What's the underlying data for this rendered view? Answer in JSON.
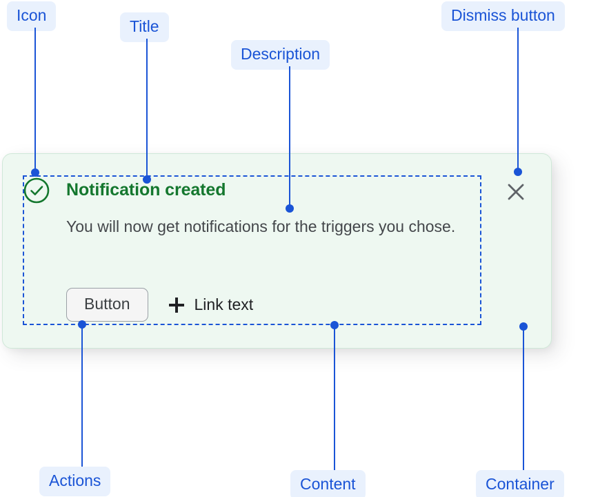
{
  "annotations": [
    {
      "id": "icon",
      "label": "Icon"
    },
    {
      "id": "title",
      "label": "Title"
    },
    {
      "id": "description",
      "label": "Description"
    },
    {
      "id": "dismiss",
      "label": "Dismiss button"
    },
    {
      "id": "actions",
      "label": "Actions"
    },
    {
      "id": "content",
      "label": "Content"
    },
    {
      "id": "container",
      "label": "Container"
    }
  ],
  "notification": {
    "status_icon": "check-circle-icon",
    "title": "Notification created",
    "description": "You will now get notifications for the triggers you chose.",
    "actions": {
      "button_label": "Button",
      "link_icon": "plus-icon",
      "link_label": "Link text"
    },
    "dismiss_icon": "close-icon"
  },
  "colors": {
    "annotation_text": "#1a54d6",
    "annotation_pill_bg": "#e9f1fd",
    "leader_line": "#1a54d6",
    "card_bg": "#eef8f1",
    "card_border": "#cfe8d8",
    "success_green": "#14772e",
    "body_text": "#44474b",
    "button_bg": "#f5f5f5",
    "button_border": "#9aa0a6",
    "dismiss_icon": "#5f6368",
    "content_outline": "#1a54d6"
  }
}
